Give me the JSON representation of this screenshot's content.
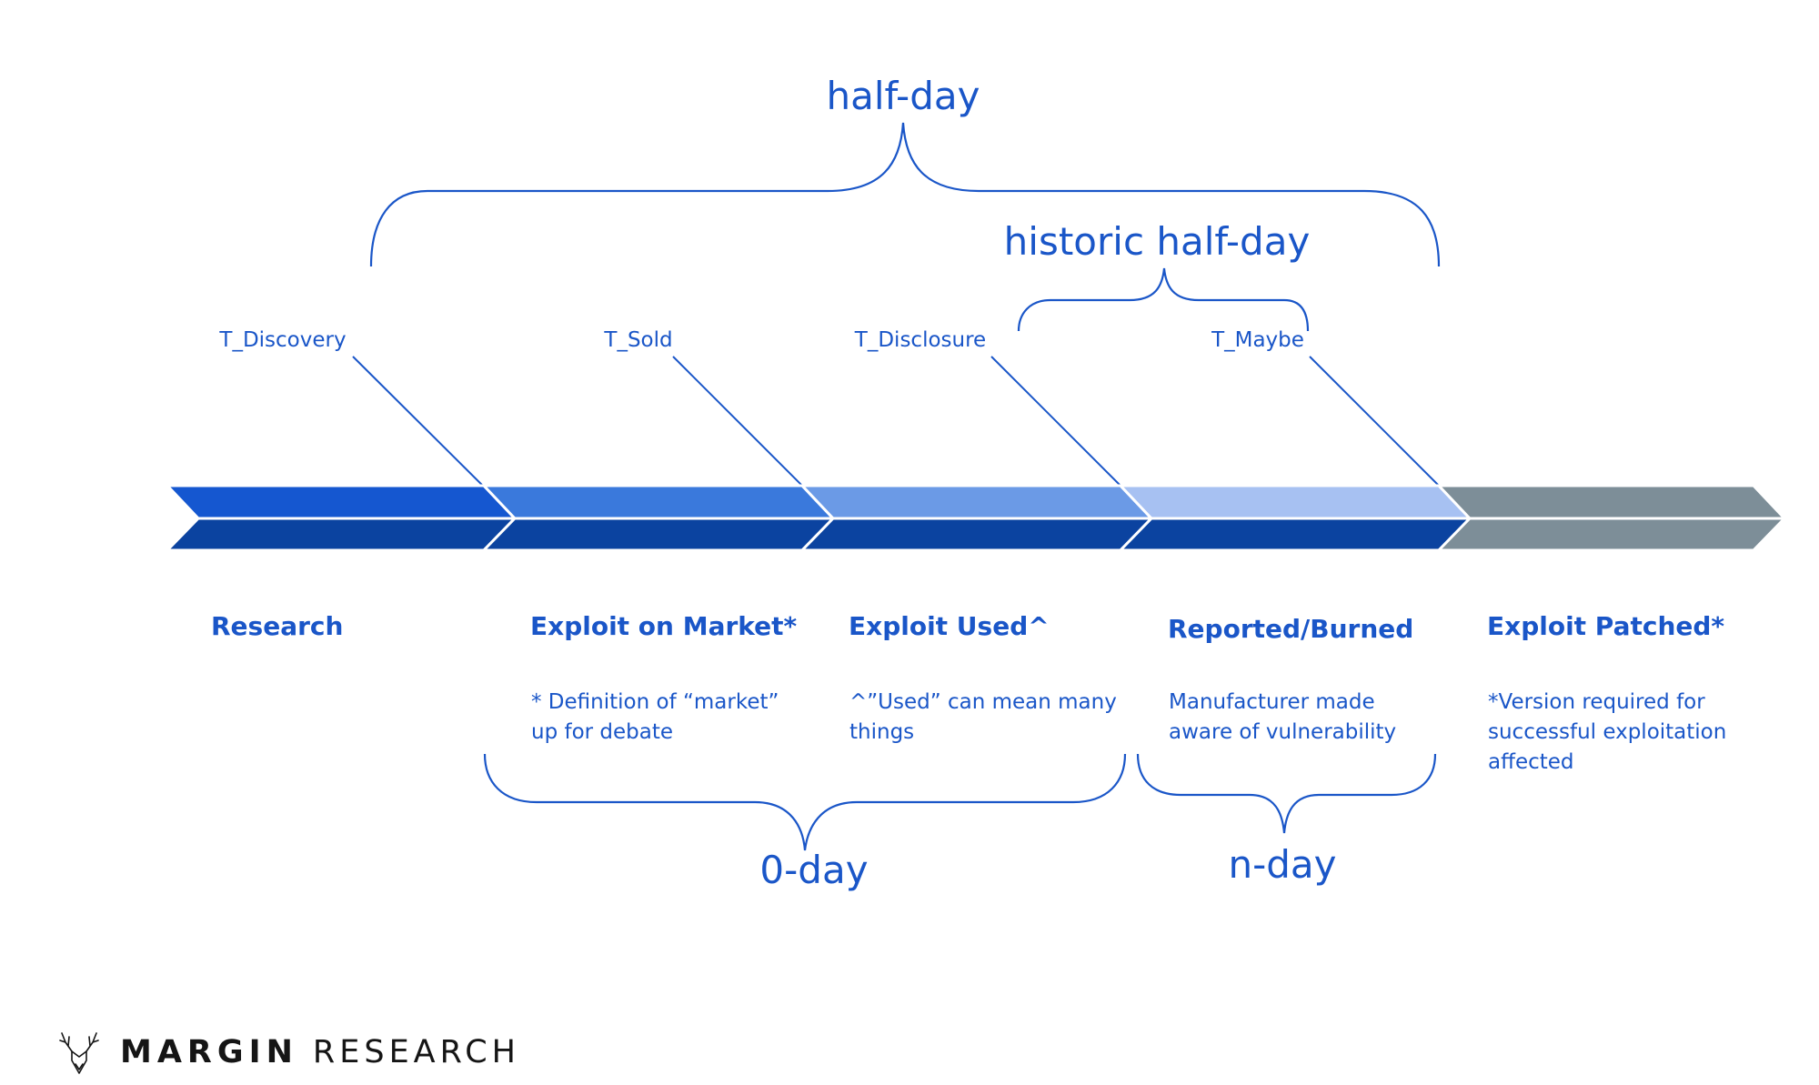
{
  "brackets": {
    "half_day": "half-day",
    "historic_half_day": "historic half-day",
    "zero_day": "0-day",
    "n_day": "n-day"
  },
  "markers": {
    "discovery": "T_Discovery",
    "sold": "T_Sold",
    "disclosure": "T_Disclosure",
    "maybe": "T_Maybe"
  },
  "stages": [
    {
      "title": "Research",
      "note": [],
      "color_top": "#1557d0",
      "color_bottom": "#0b43a0"
    },
    {
      "title": "Exploit on Market*",
      "note": [
        "* Definition of “market”",
        "up for debate"
      ],
      "color_top": "#3a79dc",
      "color_bottom": "#0b43a0"
    },
    {
      "title": "Exploit Used^",
      "note": [
        "^”Used” can mean many",
        "things"
      ],
      "color_top": "#6b9ae6",
      "color_bottom": "#0b43a0"
    },
    {
      "title": "Reported/Burned",
      "note": [
        "Manufacturer made",
        "aware of vulnerability"
      ],
      "color_top": "#a7c1f2",
      "color_bottom": "#0b43a0"
    },
    {
      "title": "Exploit Patched*",
      "note": [
        "*Version required for",
        "successful exploitation",
        "affected"
      ],
      "color_top": "#7d8e98",
      "color_bottom": "#7d8e98"
    }
  ],
  "brand": {
    "bold": "MARGIN",
    "light": "RESEARCH",
    "logo": "deer-antler-icon"
  }
}
